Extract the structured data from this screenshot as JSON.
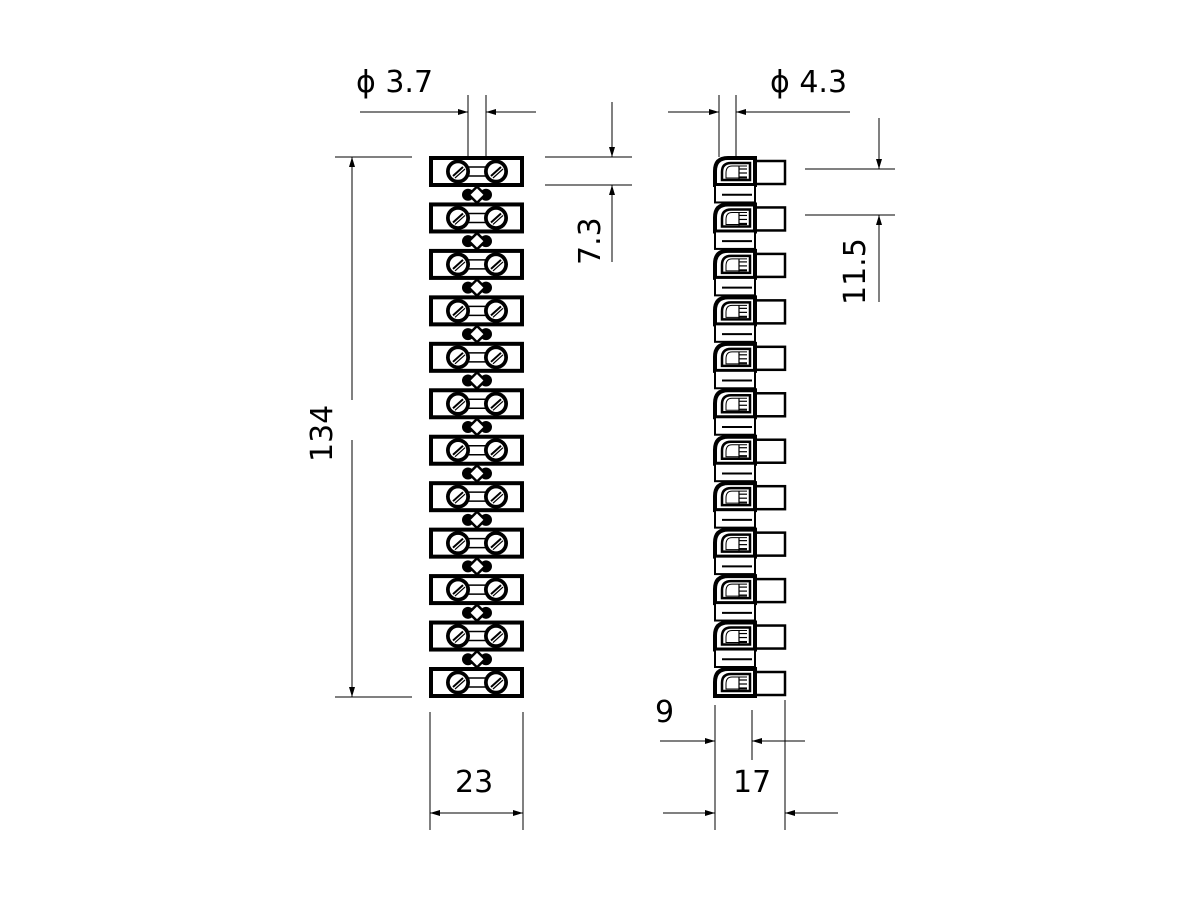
{
  "drawing": {
    "module_count": 12,
    "labels": {
      "hole_left": "ϕ 3.7",
      "hole_right": "ϕ 4.3",
      "pitch": "7.3",
      "length": "134",
      "width_front": "23",
      "pitch_side": "11.5",
      "depth_small": "9",
      "depth_total": "17"
    }
  }
}
